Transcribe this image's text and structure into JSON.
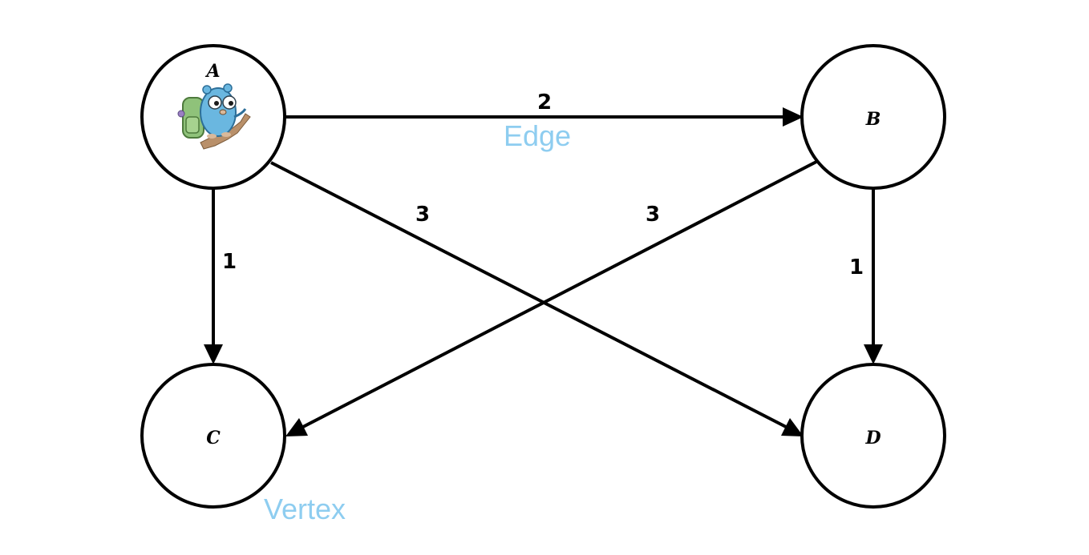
{
  "diagram": {
    "nodes": [
      {
        "id": "A",
        "label": "A"
      },
      {
        "id": "B",
        "label": "B"
      },
      {
        "id": "C",
        "label": "C"
      },
      {
        "id": "D",
        "label": "D"
      }
    ],
    "edges": [
      {
        "from": "A",
        "to": "B",
        "weight": "2"
      },
      {
        "from": "A",
        "to": "C",
        "weight": "1"
      },
      {
        "from": "A",
        "to": "D",
        "weight": "3"
      },
      {
        "from": "B",
        "to": "C",
        "weight": "3"
      },
      {
        "from": "B",
        "to": "D",
        "weight": "1"
      }
    ],
    "annotations": {
      "edge": "Edge",
      "vertex": "Vertex"
    },
    "colors": {
      "stroke": "#000000",
      "annotation": "#8ecdf0",
      "gopher_body": "#6ab7e0",
      "backpack": "#8fc27a",
      "stick": "#b9906a"
    },
    "icons": {
      "node_a_illustration": "gopher-hiker-icon"
    }
  }
}
